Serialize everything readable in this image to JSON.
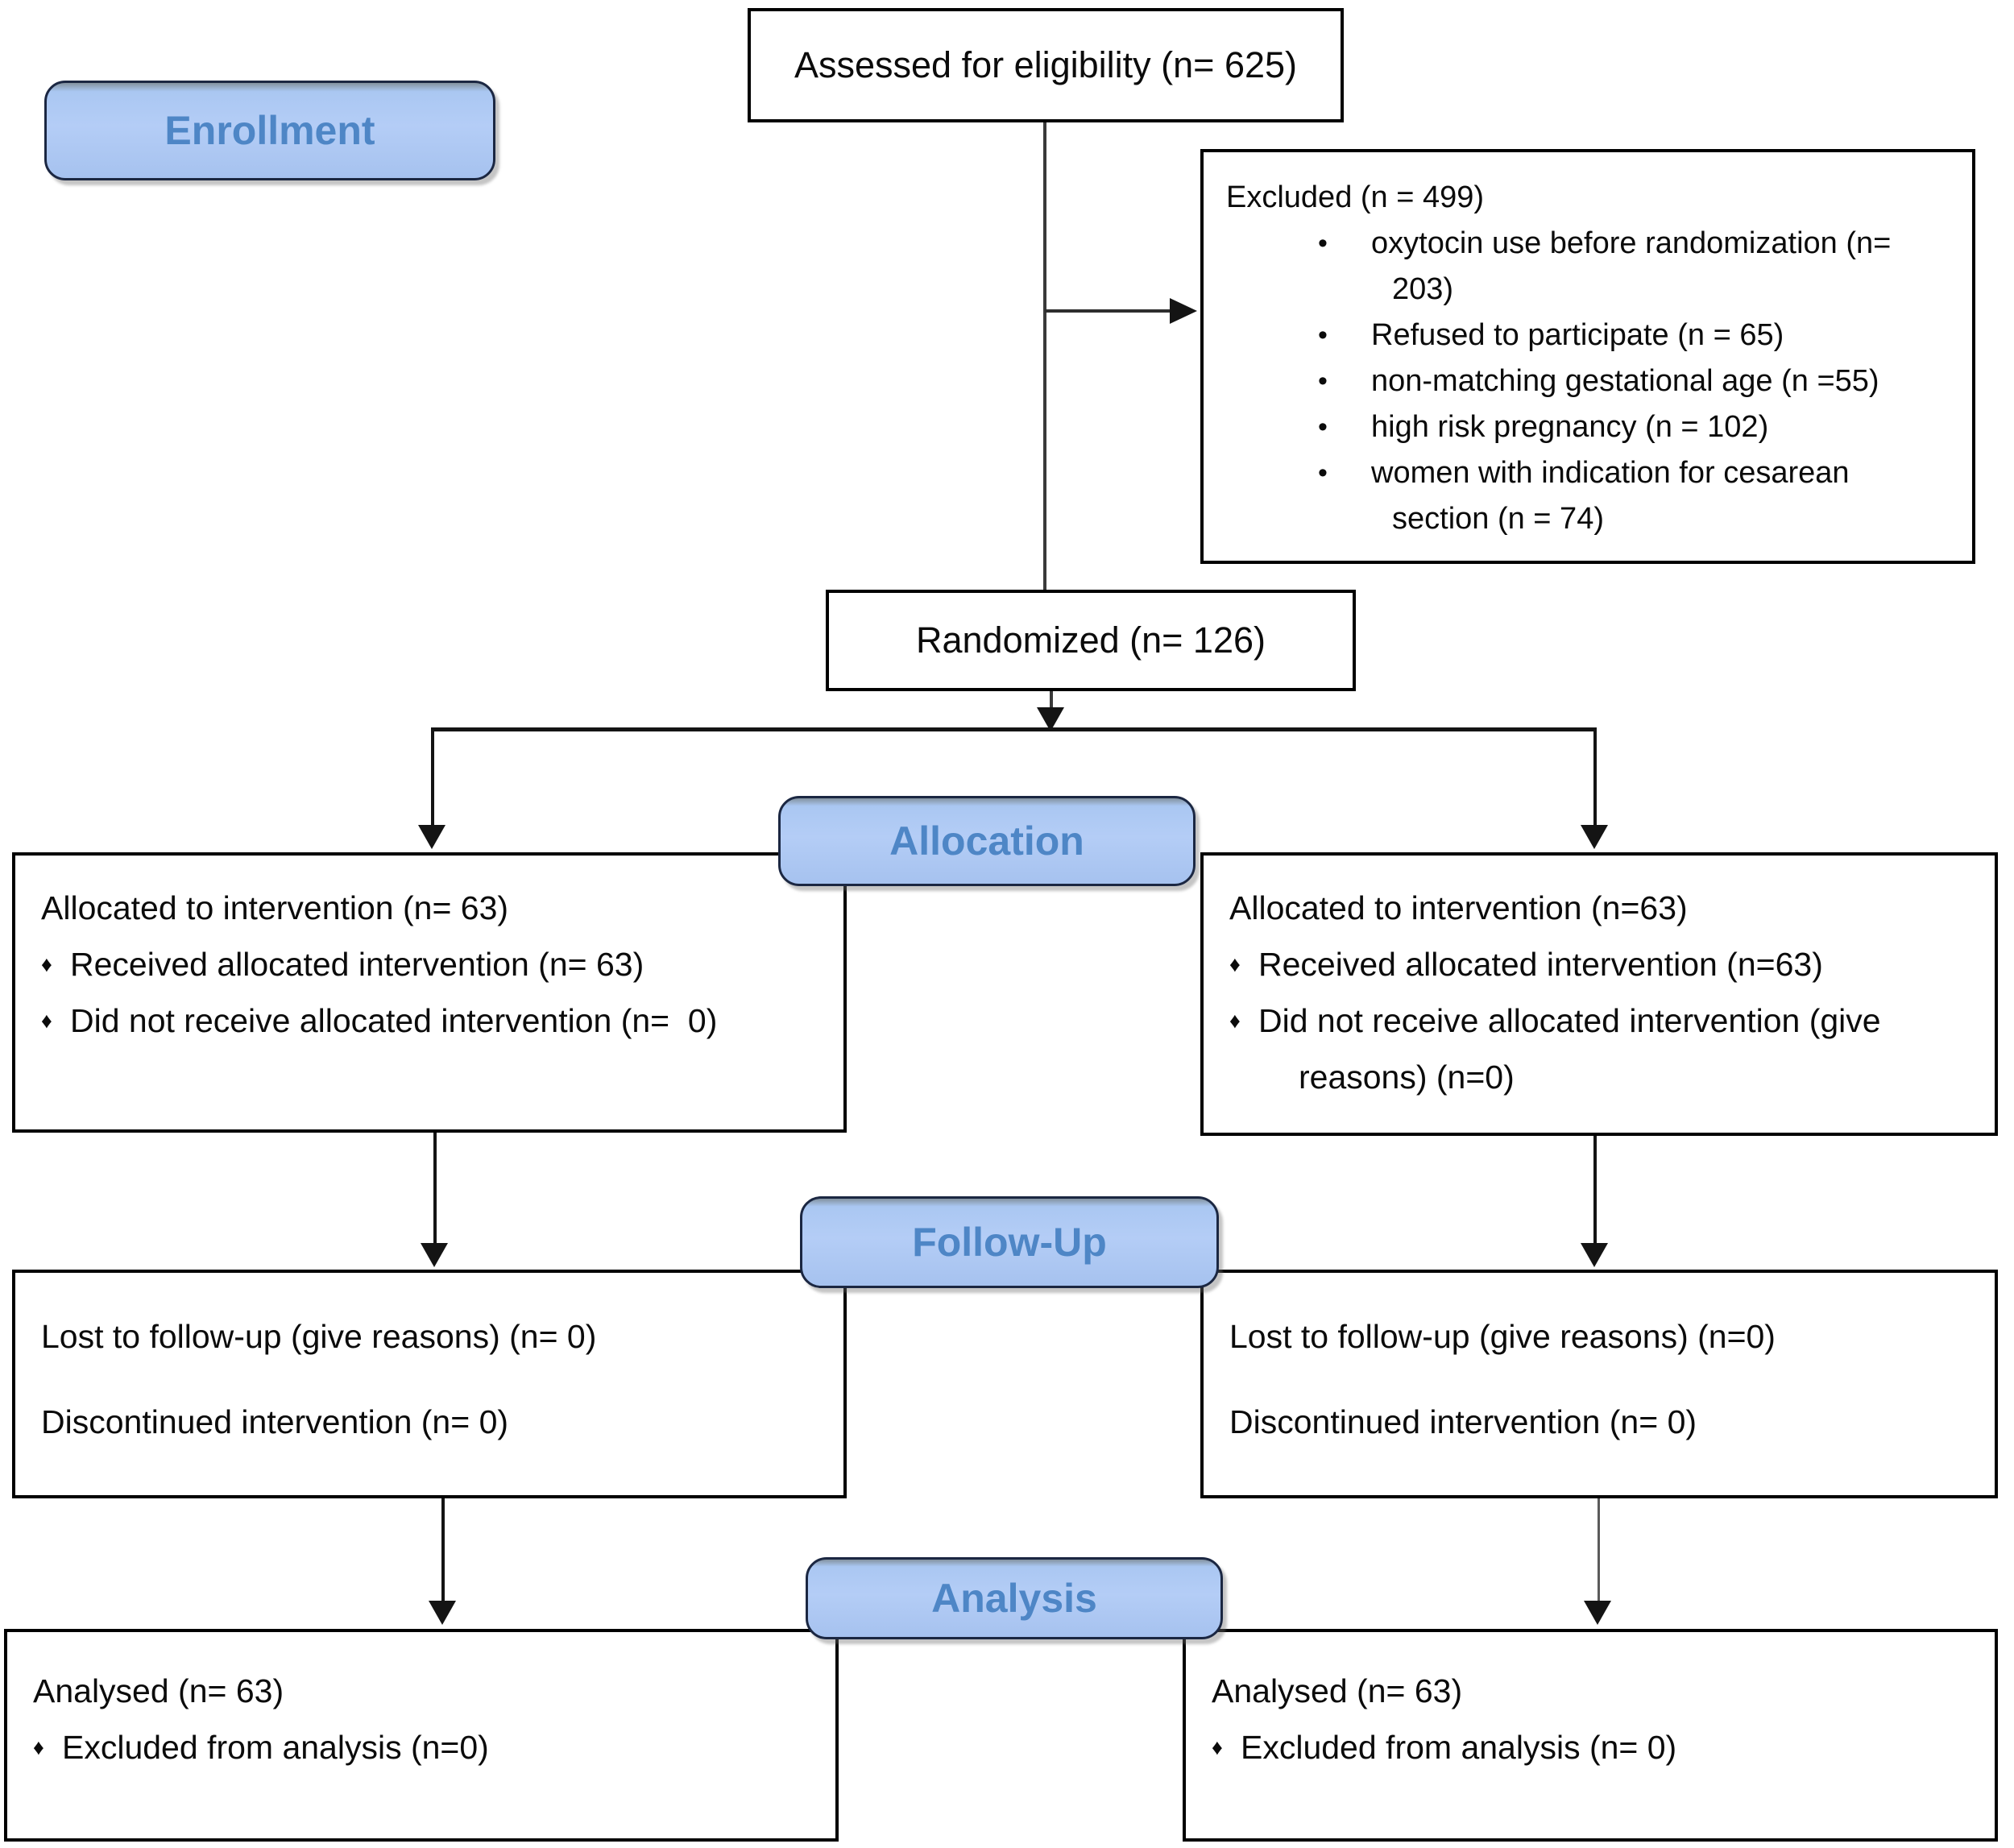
{
  "figure": {
    "type": "consort-flow-diagram",
    "colors": {
      "stage_fill": "#aec9f3",
      "stage_text": "#4e86c6",
      "box_border": "#000000",
      "connector": "#2e2e2e"
    },
    "bullets": {
      "round": "•",
      "diamond": "♦"
    },
    "stages": {
      "enrollment": "Enrollment",
      "allocation": "Allocation",
      "followup": "Follow-Up",
      "analysis": "Analysis"
    },
    "assessed": {
      "text": "Assessed for eligibility (n= 625)"
    },
    "excluded": {
      "title": "Excluded (n = 499)",
      "items": [
        "oxytocin use before randomization (n= 203)",
        "Refused to participate (n = 65)",
        "non-matching gestational age (n =55)",
        "high risk pregnancy (n = 102)",
        "women with indication for cesarean section (n = 74)"
      ]
    },
    "randomized": {
      "text": "Randomized (n= 126)"
    },
    "allocation_left": {
      "title": "Allocated to intervention (n= 63)",
      "items": [
        "Received allocated intervention (n= 63)",
        "Did not receive allocated intervention (n=  0)"
      ]
    },
    "allocation_right": {
      "title": "Allocated to intervention (n=63)",
      "items": [
        "Received allocated intervention (n=63)",
        "Did not receive allocated intervention (give reasons) (n=0)"
      ]
    },
    "followup_left": {
      "lines": [
        "Lost to follow-up (give reasons) (n= 0)",
        "Discontinued intervention (n= 0)"
      ]
    },
    "followup_right": {
      "lines": [
        "Lost to follow-up (give reasons) (n=0)",
        "Discontinued intervention (n= 0)"
      ]
    },
    "analysis_left": {
      "title": "Analysed (n= 63)",
      "items": [
        "Excluded from analysis (n=0)"
      ]
    },
    "analysis_right": {
      "title": "Analysed (n= 63)",
      "items": [
        "Excluded from analysis (n= 0)"
      ]
    }
  }
}
